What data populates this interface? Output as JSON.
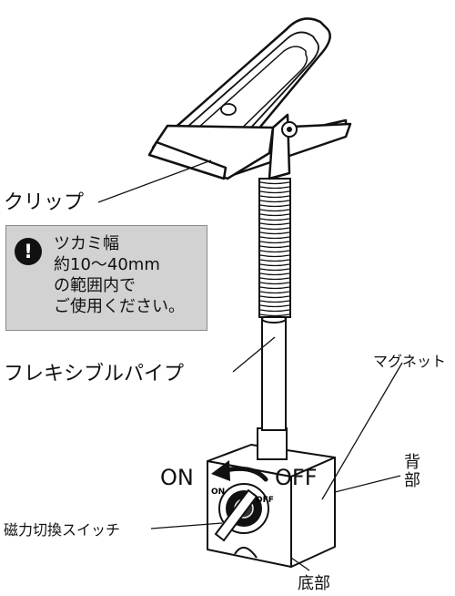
{
  "labels": {
    "clip": "クリップ",
    "pipe": "フレキシブルパイプ",
    "magnet": "マグネット",
    "back": "背部",
    "on": "ON",
    "off": "OFF",
    "switch": "磁力切換スイッチ",
    "bottom": "底部",
    "dial_on": "ON",
    "dial_off": "OFF"
  },
  "note": {
    "icon": "!",
    "lines": [
      "ツカミ幅",
      "約10〜40mm",
      "の範囲内で",
      "ご使用ください。"
    ]
  }
}
